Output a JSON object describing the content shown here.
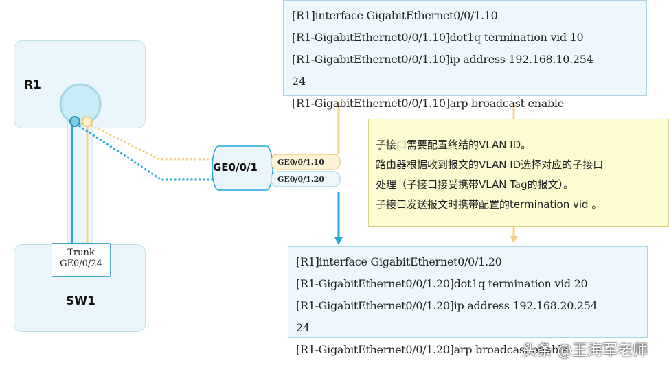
{
  "devices": {
    "router": {
      "label": "R1"
    },
    "switch": {
      "label": "SW1"
    }
  },
  "trunk": {
    "line1": "Trunk",
    "line2": "GE0/0/24"
  },
  "port": {
    "label": "GE0/0/1"
  },
  "subinterfaces": [
    {
      "label": "GE0/0/1.10",
      "color": "#f6d089"
    },
    {
      "label": "GE0/0/1.20",
      "color": "#27a9d6"
    }
  ],
  "config_top": [
    "[R1]interface GigabitEthernet0/0/1.10",
    "[R1-GigabitEthernet0/0/1.10]dot1q termination vid 10",
    "[R1-GigabitEthernet0/0/1.10]ip address 192.168.10.254",
    "24",
    "[R1-GigabitEthernet0/0/1.10]arp broadcast enable"
  ],
  "config_bottom": [
    "[R1]interface GigabitEthernet0/0/1.20",
    "[R1-GigabitEthernet0/0/1.20]dot1q termination vid 20",
    "[R1-GigabitEthernet0/0/1.20]ip address 192.168.20.254",
    "24",
    "[R1-GigabitEthernet0/0/1.20]arp broadcast enable"
  ],
  "note": [
    "子接口需要配置终结的VLAN ID。",
    "路由器根据收到报文的VLAN ID选择对应的子接口",
    "处理（子接口接受携带VLAN Tag的报文）。",
    "子接口发送报文时携带配置的termination vid 。"
  ],
  "watermark": "头条 @王海军老师",
  "colors": {
    "vlan10": "#f6d089",
    "vlan20": "#27a9d6",
    "box_fill": "#eaf6fb",
    "note_fill": "#fdfbd2"
  }
}
